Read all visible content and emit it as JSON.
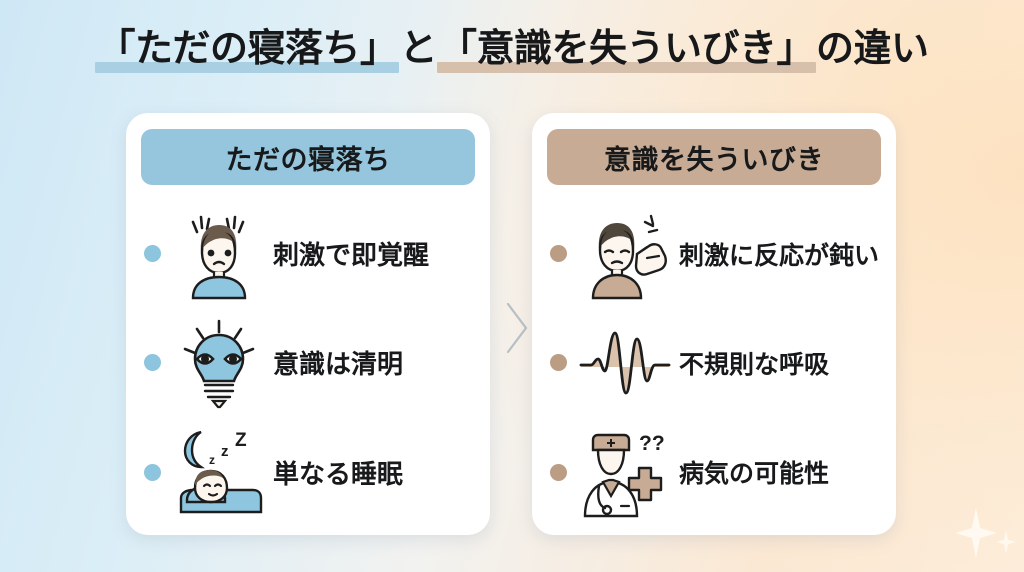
{
  "title": {
    "segment_1": "「ただの寝落ち」",
    "segment_2": "と",
    "segment_3": "「意識を失ういびき」",
    "segment_4": "の違い",
    "highlight_color_1": "#a9cfe2",
    "highlight_color_2": "#d6bfab"
  },
  "cards": [
    {
      "id": "just-falling-asleep",
      "header": "ただの寝落ち",
      "header_color": "#96c6dd",
      "bullet_color": "#8cc5dd",
      "items": [
        {
          "label": "刺激で即覚醒",
          "icon": "startled-person-icon"
        },
        {
          "label": "意識は清明",
          "icon": "lightbulb-eyes-icon"
        },
        {
          "label": "単なる睡眠",
          "icon": "sleeping-person-icon"
        }
      ]
    },
    {
      "id": "snoring-with-loss-of-consciousness",
      "header": "意識を失ういびき",
      "header_color": "#c8ab94",
      "bullet_color": "#bb9d84",
      "items": [
        {
          "label": "刺激に反応が鈍い",
          "icon": "unresponsive-person-poked-icon"
        },
        {
          "label": "不規則な呼吸",
          "icon": "irregular-waveform-icon"
        },
        {
          "label": "病気の可能性",
          "icon": "doctor-question-cross-icon"
        }
      ]
    }
  ],
  "divider": {
    "icon": "chevron-right-icon",
    "color": "#b8bfc4"
  },
  "decorations": [
    {
      "icon": "sparkle-icon",
      "size": "large"
    },
    {
      "icon": "sparkle-icon",
      "size": "small"
    }
  ]
}
